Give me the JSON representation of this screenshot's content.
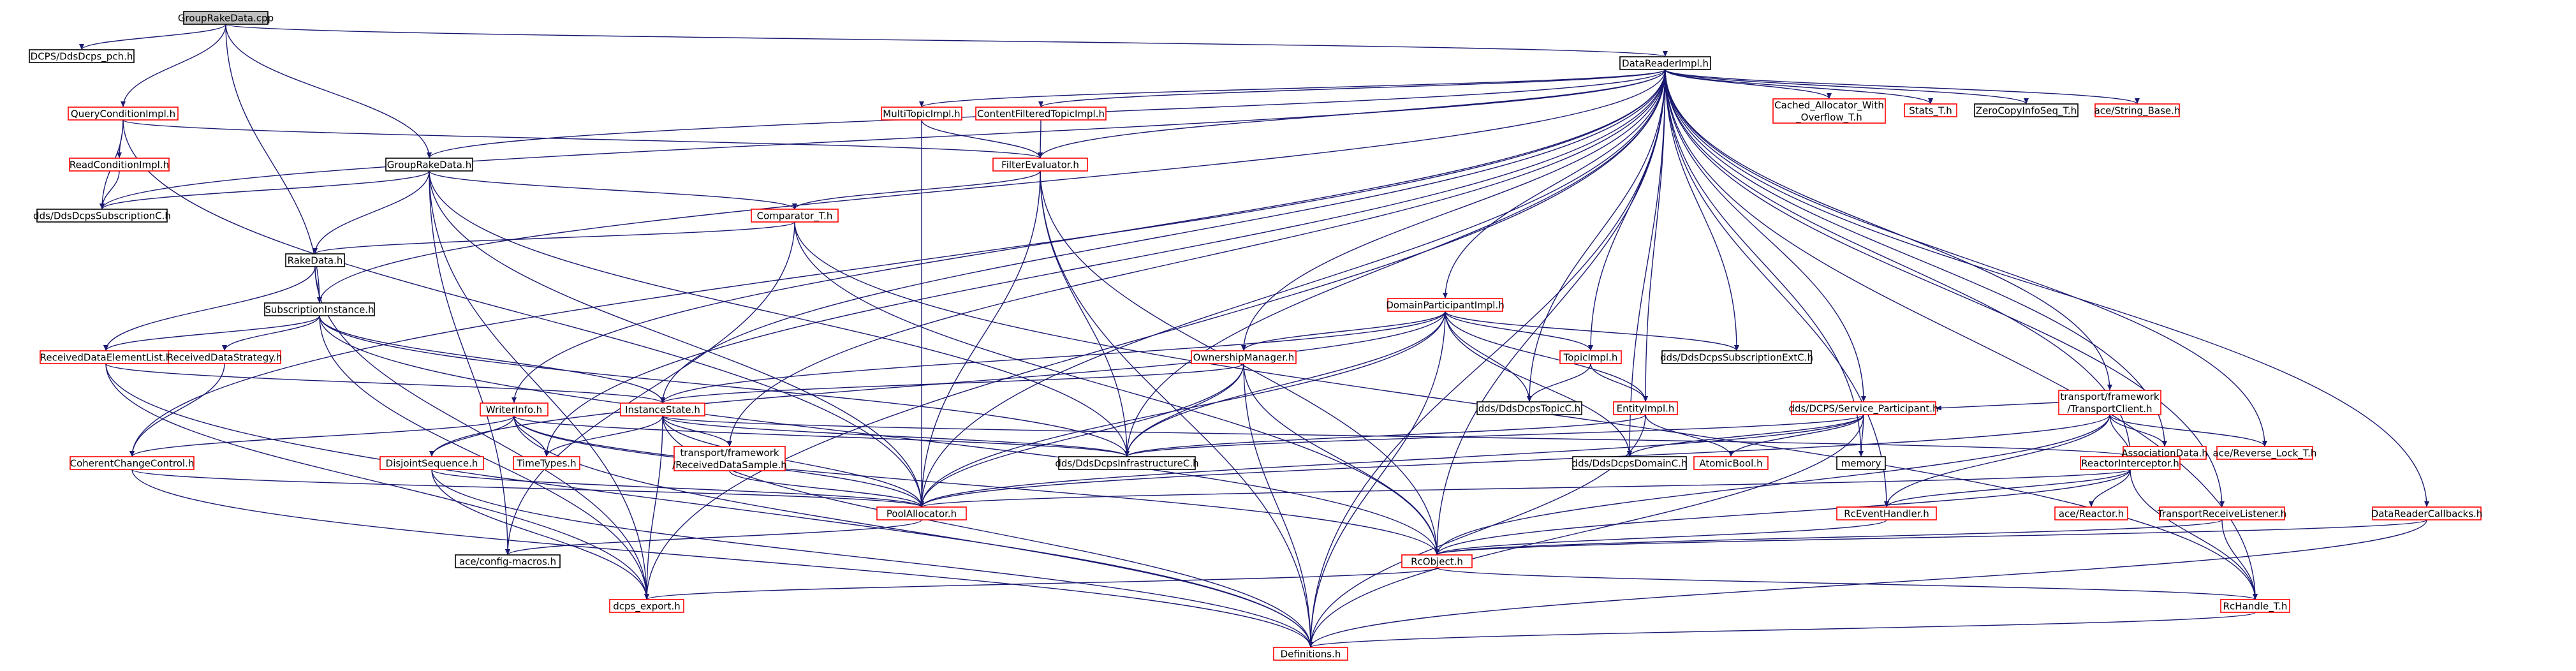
{
  "title": "GroupRakeData.cpp",
  "colors": {
    "edge": "#191970",
    "border_red": "#ff0000",
    "border_dark": "#000000",
    "root_fill": "#bfbfbf"
  },
  "nodes": [
    {
      "id": "root",
      "label": [
        "GroupRakeData.cpp"
      ],
      "border": "dark",
      "root": true
    },
    {
      "id": "pch",
      "label": [
        "DCPS/DdsDcps_pch.h"
      ],
      "border": "dark"
    },
    {
      "id": "qci",
      "label": [
        "QueryConditionImpl.h"
      ],
      "border": "red"
    },
    {
      "id": "dri",
      "label": [
        "DataReaderImpl.h"
      ],
      "border": "dark"
    },
    {
      "id": "rci",
      "label": [
        "ReadConditionImpl.h"
      ],
      "border": "red"
    },
    {
      "id": "subc",
      "label": [
        "dds/DdsDcpsSubscriptionC.h"
      ],
      "border": "dark"
    },
    {
      "id": "grd",
      "label": [
        "GroupRakeData.h"
      ],
      "border": "dark"
    },
    {
      "id": "mti",
      "label": [
        "MultiTopicImpl.h"
      ],
      "border": "red"
    },
    {
      "id": "cfti",
      "label": [
        "ContentFilteredTopicImpl.h"
      ],
      "border": "red"
    },
    {
      "id": "fe",
      "label": [
        "FilterEvaluator.h"
      ],
      "border": "red"
    },
    {
      "id": "cmp",
      "label": [
        "Comparator_T.h"
      ],
      "border": "red"
    },
    {
      "id": "rake",
      "label": [
        "RakeData.h"
      ],
      "border": "dark"
    },
    {
      "id": "si",
      "label": [
        "SubscriptionInstance.h"
      ],
      "border": "dark"
    },
    {
      "id": "rdel",
      "label": [
        "ReceivedDataElementList.h"
      ],
      "border": "red"
    },
    {
      "id": "rds",
      "label": [
        "ReceivedDataStrategy.h"
      ],
      "border": "red"
    },
    {
      "id": "cco",
      "label": [
        "CoherentChangeControl.h"
      ],
      "border": "red"
    },
    {
      "id": "wi",
      "label": [
        "WriterInfo.h"
      ],
      "border": "red"
    },
    {
      "id": "ds",
      "label": [
        "DisjointSequence.h"
      ],
      "border": "red"
    },
    {
      "id": "tt",
      "label": [
        "TimeTypes.h"
      ],
      "border": "red"
    },
    {
      "id": "ist",
      "label": [
        "InstanceState.h"
      ],
      "border": "red"
    },
    {
      "id": "rds2",
      "label": [
        "transport/framework",
        "/ReceivedDataSample.h"
      ],
      "border": "red"
    },
    {
      "id": "pa",
      "label": [
        "PoolAllocator.h"
      ],
      "border": "red"
    },
    {
      "id": "acm",
      "label": [
        "ace/config-macros.h"
      ],
      "border": "dark"
    },
    {
      "id": "dexp",
      "label": [
        "dcps_export.h"
      ],
      "border": "red"
    },
    {
      "id": "om",
      "label": [
        "OwnershipManager.h"
      ],
      "border": "red"
    },
    {
      "id": "dic",
      "label": [
        "dds/DdsDcpsInfrastructureC.h"
      ],
      "border": "dark"
    },
    {
      "id": "dpi",
      "label": [
        "DomainParticipantImpl.h"
      ],
      "border": "red"
    },
    {
      "id": "ti",
      "label": [
        "TopicImpl.h"
      ],
      "border": "red"
    },
    {
      "id": "tc",
      "label": [
        "dds/DdsDcpsTopicC.h"
      ],
      "border": "dark"
    },
    {
      "id": "ei",
      "label": [
        "EntityImpl.h"
      ],
      "border": "red"
    },
    {
      "id": "dsec",
      "label": [
        "dds/DdsDcpsSubscriptionExtC.h"
      ],
      "border": "dark"
    },
    {
      "id": "ddc",
      "label": [
        "dds/DdsDcpsDomainC.h"
      ],
      "border": "dark"
    },
    {
      "id": "ab",
      "label": [
        "AtomicBool.h"
      ],
      "border": "red"
    },
    {
      "id": "dsp",
      "label": [
        "dds/DCPS/Service_Participant.h"
      ],
      "border": "red"
    },
    {
      "id": "mem",
      "label": [
        "memory"
      ],
      "border": "dark"
    },
    {
      "id": "cawo",
      "label": [
        "Cached_Allocator_With",
        "_Overflow_T.h"
      ],
      "border": "red"
    },
    {
      "id": "stats",
      "label": [
        "Stats_T.h"
      ],
      "border": "red"
    },
    {
      "id": "zcis",
      "label": [
        "ZeroCopyInfoSeq_T.h"
      ],
      "border": "dark"
    },
    {
      "id": "asb",
      "label": [
        "ace/String_Base.h"
      ],
      "border": "red"
    },
    {
      "id": "ttc",
      "label": [
        "transport/framework",
        "/TransportClient.h"
      ],
      "border": "red"
    },
    {
      "id": "ad",
      "label": [
        "AssociationData.h"
      ],
      "border": "red"
    },
    {
      "id": "arl",
      "label": [
        "ace/Reverse_Lock_T.h"
      ],
      "border": "red"
    },
    {
      "id": "ri",
      "label": [
        "ReactorInterceptor.h"
      ],
      "border": "red"
    },
    {
      "id": "reh",
      "label": [
        "RcEventHandler.h"
      ],
      "border": "red"
    },
    {
      "id": "ar",
      "label": [
        "ace/Reactor.h"
      ],
      "border": "red"
    },
    {
      "id": "trl",
      "label": [
        "TransportReceiveListener.h"
      ],
      "border": "red"
    },
    {
      "id": "drc",
      "label": [
        "DataReaderCallbacks.h"
      ],
      "border": "red"
    },
    {
      "id": "rco",
      "label": [
        "RcObject.h"
      ],
      "border": "red"
    },
    {
      "id": "rch",
      "label": [
        "RcHandle_T.h"
      ],
      "border": "red"
    },
    {
      "id": "defs",
      "label": [
        "Definitions.h"
      ],
      "border": "red"
    }
  ]
}
